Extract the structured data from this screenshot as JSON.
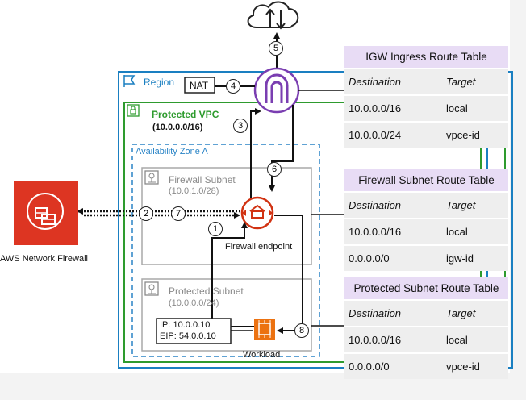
{
  "region": {
    "label": "Region",
    "nat_label": "NAT"
  },
  "vpc": {
    "label": "Protected VPC",
    "cidr": "(10.0.0.0/16)"
  },
  "az": {
    "label": "Availability Zone A"
  },
  "firewall_subnet": {
    "label": "Firewall Subnet",
    "cidr": "(10.0.1.0/28)",
    "endpoint_label": "Firewall endpoint"
  },
  "protected_subnet": {
    "label": "Protected Subnet",
    "cidr": "(10.0.0.0/24)",
    "ip_label": "IP: 10.0.0.10",
    "eip_label": "EIP: 54.0.0.10",
    "workload_label": "Workload"
  },
  "network_firewall": {
    "label": "AWS Network Firewall"
  },
  "steps": [
    "1",
    "2",
    "3",
    "4",
    "5",
    "6",
    "7",
    "8"
  ],
  "route_tables": [
    {
      "title": "IGW Ingress Route Table",
      "header": [
        "Destination",
        "Target"
      ],
      "rows": [
        [
          "10.0.0.0/16",
          "local"
        ],
        [
          "10.0.0.0/24",
          "vpce-id"
        ]
      ]
    },
    {
      "title": "Firewall Subnet Route Table",
      "header": [
        "Destination",
        "Target"
      ],
      "rows": [
        [
          "10.0.0.0/16",
          "local"
        ],
        [
          "0.0.0.0/0",
          "igw-id"
        ]
      ]
    },
    {
      "title": "Protected Subnet Route Table",
      "header": [
        "Destination",
        "Target"
      ],
      "rows": [
        [
          "10.0.0.0/16",
          "local"
        ],
        [
          "0.0.0.0/0",
          "vpce-id"
        ]
      ]
    }
  ],
  "colors": {
    "region": "#1a7fc1",
    "vpc": "#2e9b2e",
    "az": "#2a84c6",
    "subnet_border": "#a9a9a9",
    "igw": "#7a3eb1",
    "firewall": "#d13212",
    "workload": "#ec7211",
    "table_header": "#e8dcf5",
    "table_row": "#eeeeee"
  },
  "icons": [
    "cloud-icon",
    "region-flag-icon",
    "internet-gateway-icon",
    "vpc-lock-icon",
    "subnet-icon",
    "firewall-endpoint-icon",
    "network-firewall-icon",
    "workload-chip-icon"
  ]
}
